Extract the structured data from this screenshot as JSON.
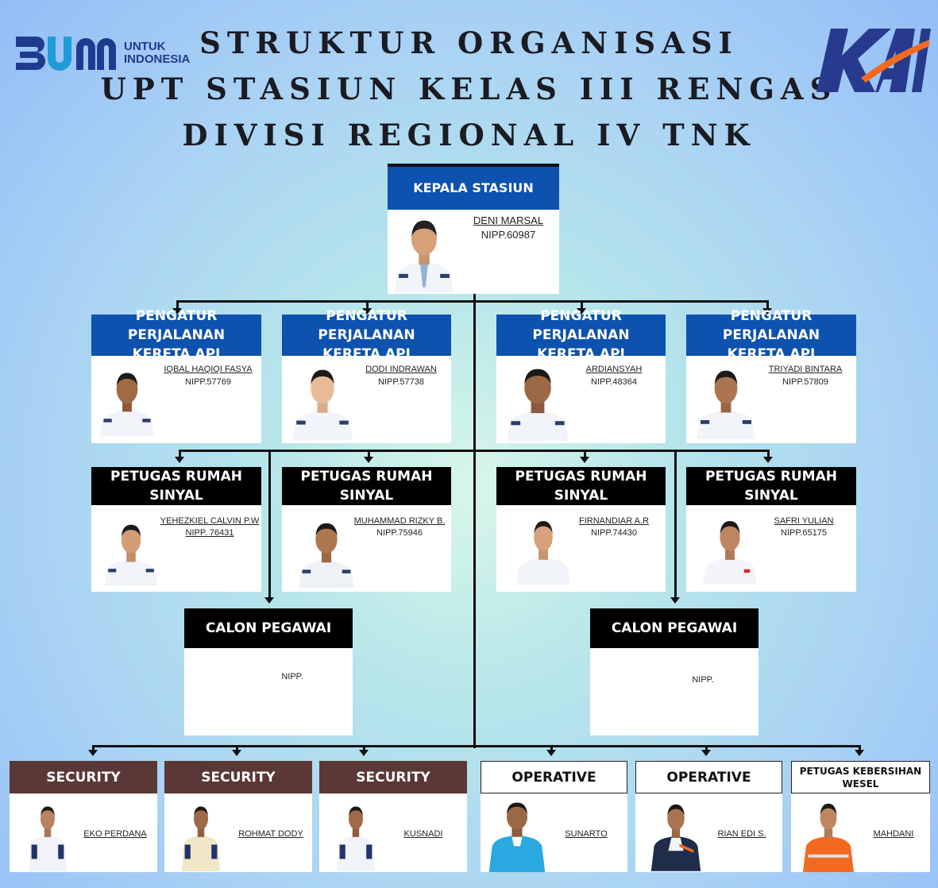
{
  "title": {
    "line1": "STRUKTUR ORGANISASI",
    "line2": "UPT STASIUN KELAS III RENGAS",
    "line3": "DIVISI REGIONAL IV TNK"
  },
  "logos": {
    "bumn_mark": "BUMN",
    "bumn_sub_line1": "UNTUK",
    "bumn_sub_line2": "INDONESIA",
    "kai": "KAI"
  },
  "kepala": {
    "role": "KEPALA STASIUN",
    "name": "DENI MARSAL",
    "nipp": "NIPP.60987"
  },
  "ppka": [
    {
      "role_line1": "PENGATUR PERJALANAN",
      "role_line2": "KERETA API",
      "name": "IQBAL HAQIQI FASYA",
      "nipp": "NIPP.57769"
    },
    {
      "role_line1": "PENGATUR PERJALANAN",
      "role_line2": "KERETA API",
      "name": "DODI INDRAWAN",
      "nipp": "NIPP.57738"
    },
    {
      "role_line1": "PENGATUR PERJALANAN",
      "role_line2": "KERETA API",
      "name": "ARDIANSYAH",
      "nipp": "NIPP.48364"
    },
    {
      "role_line1": "PENGATUR PERJALANAN",
      "role_line2": "KERETA API",
      "name": "TRIYADI BINTARA",
      "nipp": "NIPP.57809"
    }
  ],
  "prs": [
    {
      "role": "PETUGAS RUMAH SINYAL",
      "name": "YEHEZKIEL CALVIN P.W",
      "nipp": "NIPP. 76431"
    },
    {
      "role": "PETUGAS RUMAH SINYAL",
      "name": "MUHAMMAD RIZKY B.",
      "nipp": "NIPP.75946"
    },
    {
      "role": "PETUGAS RUMAH SINYAL",
      "name": "FIRNANDIAR A.R",
      "nipp": "NIPP.74430"
    },
    {
      "role": "PETUGAS RUMAH SINYAL",
      "name": "SAFRI YULIAN",
      "nipp": "NIPP.65175"
    }
  ],
  "calon": [
    {
      "role": "CALON PEGAWAI",
      "nipp": "NIPP."
    },
    {
      "role": "CALON PEGAWAI",
      "nipp": "NIPP."
    }
  ],
  "bottom": [
    {
      "role": "SECURITY",
      "name": "EKO PERDANA"
    },
    {
      "role": "SECURITY",
      "name": "ROHMAT DODY"
    },
    {
      "role": "SECURITY",
      "name": "KUSNADI"
    },
    {
      "role": "OPERATIVE",
      "name": "SUNARTO"
    },
    {
      "role": "OPERATIVE",
      "name": "RIAN EDI S."
    },
    {
      "role_line1": "PETUGAS KEBERSIHAN",
      "role_line2": "WESEL",
      "name": "MAHDANI"
    }
  ],
  "colors": {
    "ppka_header": "#0d52ae",
    "prs_header": "#000000",
    "security_header": "#5b3735",
    "operative_header": "#ffffff",
    "uniform_white": "#f1f4f8",
    "uniform_khaki": "#efe6c6",
    "uniform_cyan": "#29a9e0",
    "uniform_navy": "#1f2c4a",
    "uniform_orange": "#f26a21"
  }
}
